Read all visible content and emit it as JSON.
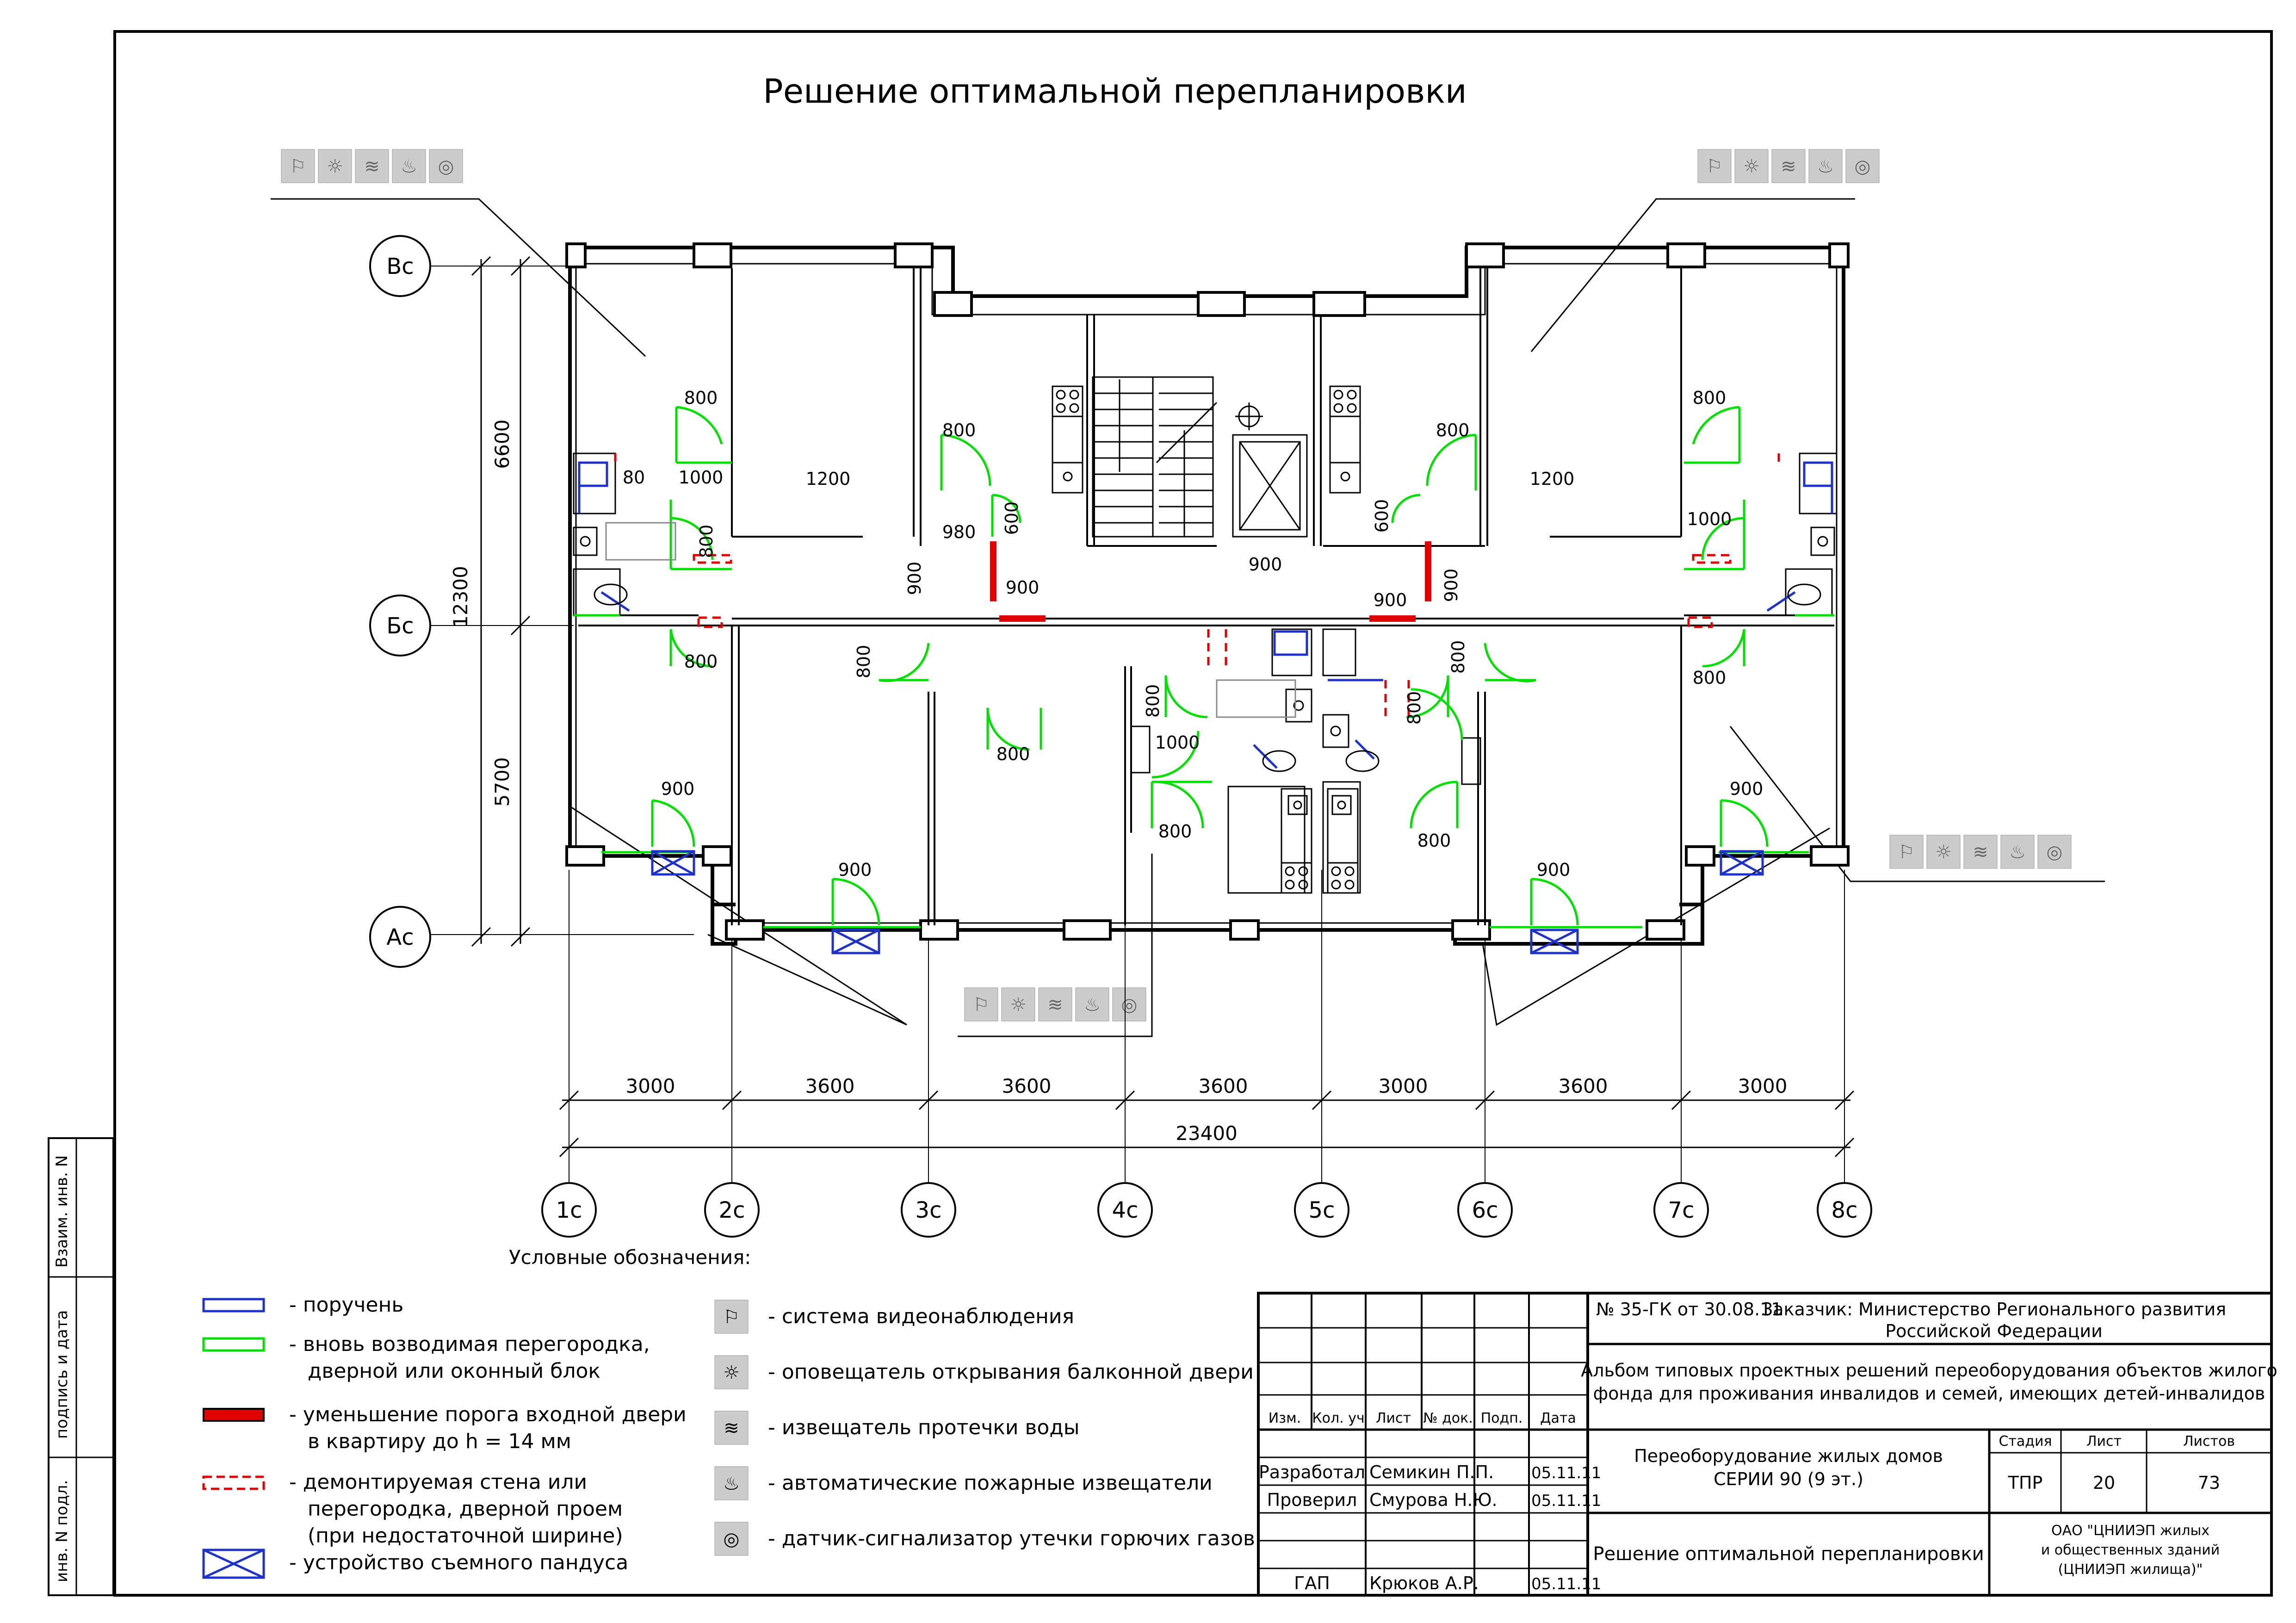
{
  "title": "Решение оптимальной перепланировки",
  "axes_letters": [
    "Вс",
    "Бс",
    "Ас"
  ],
  "axes_numbers": [
    "1с",
    "2с",
    "3с",
    "4с",
    "5с",
    "6с",
    "7с",
    "8с"
  ],
  "vertical_dims": {
    "total": "12300",
    "upper": "6600",
    "lower": "5700"
  },
  "horizontal_dims": {
    "spans": [
      "3000",
      "3600",
      "3600",
      "3600",
      "3000",
      "3600",
      "3000"
    ],
    "total": "23400"
  },
  "plan_dims": {
    "d800": "800",
    "d1000": "1000",
    "d1200": "1200",
    "d900": "900",
    "d980": "980",
    "d600": "600",
    "d80": "80"
  },
  "legend": {
    "heading": "Условные обозначения:",
    "left": [
      {
        "kind": "handrail",
        "lines": [
          "- поручень"
        ]
      },
      {
        "kind": "new-partition",
        "lines": [
          "- вновь возводимая перегородка,",
          "дверной или оконный блок"
        ]
      },
      {
        "kind": "threshold",
        "lines": [
          "- уменьшение порога входной двери",
          "в квартиру до h = 14 мм"
        ]
      },
      {
        "kind": "demolish",
        "lines": [
          "- демонтируемая стена или",
          "перегородка, дверной проем",
          "(при недостаточной ширине)"
        ]
      },
      {
        "kind": "ramp",
        "lines": [
          "- устройство съемного пандуса"
        ]
      }
    ],
    "right": [
      {
        "icon": "camera-icon",
        "label": "- система видеонаблюдения"
      },
      {
        "icon": "door-alarm-icon",
        "label": "- оповещатель открывания балконной двери"
      },
      {
        "icon": "water-leak-icon",
        "label": "- извещатель протечки воды"
      },
      {
        "icon": "fire-detector-icon",
        "label": "- автоматические пожарные извещатели"
      },
      {
        "icon": "gas-sensor-icon",
        "label": "- датчик-сигнализатор утечки горючих газов"
      }
    ]
  },
  "side_stamp": [
    "Взаим. инв. N",
    "подпись и дата",
    "инв. N подл."
  ],
  "title_block": {
    "contract": "№ 35-ГК от 30.08.11",
    "customer_line1": "Заказчик: Министерство Регионального развития",
    "customer_line2": "Российской Федерации",
    "album_line1": "Альбом типовых проектных решений переоборудования объектов жилого",
    "album_line2": "фонда для проживания инвалидов и семей, имеющих детей-инвалидов",
    "header_cols": [
      "Изм.",
      "Кол. уч",
      "Лист",
      "№ док.",
      "Подп.",
      "Дата"
    ],
    "rows": [
      {
        "role": "Разработал",
        "name": "Семикин П.П.",
        "date": "05.11.11"
      },
      {
        "role": "Проверил",
        "name": "Смурова Н.Ю.",
        "date": "05.11.11"
      },
      {
        "role": "ГАП",
        "name": "Крюков А.Р.",
        "date": "05.11.11"
      }
    ],
    "object_line1": "Переоборудование жилых домов",
    "object_line2": "СЕРИИ 90 (9 эт.)",
    "stage_label": "Стадия",
    "sheet_label": "Лист",
    "sheets_label": "Листов",
    "stage": "ТПР",
    "sheet": "20",
    "sheets": "73",
    "drawing_name": "Решение оптимальной перепланировки",
    "org_line1": "ОАО \"ЦНИИЭП жилых",
    "org_line2": "и общественных зданий",
    "org_line3": "(ЦНИИЭП жилища)\""
  },
  "colors": {
    "line": "#000000",
    "new_partition": "#00e000",
    "handrail": "#1e32c8",
    "threshold": "#e00000",
    "demolish": "#e00000",
    "icon_bg": "#cccccc"
  }
}
